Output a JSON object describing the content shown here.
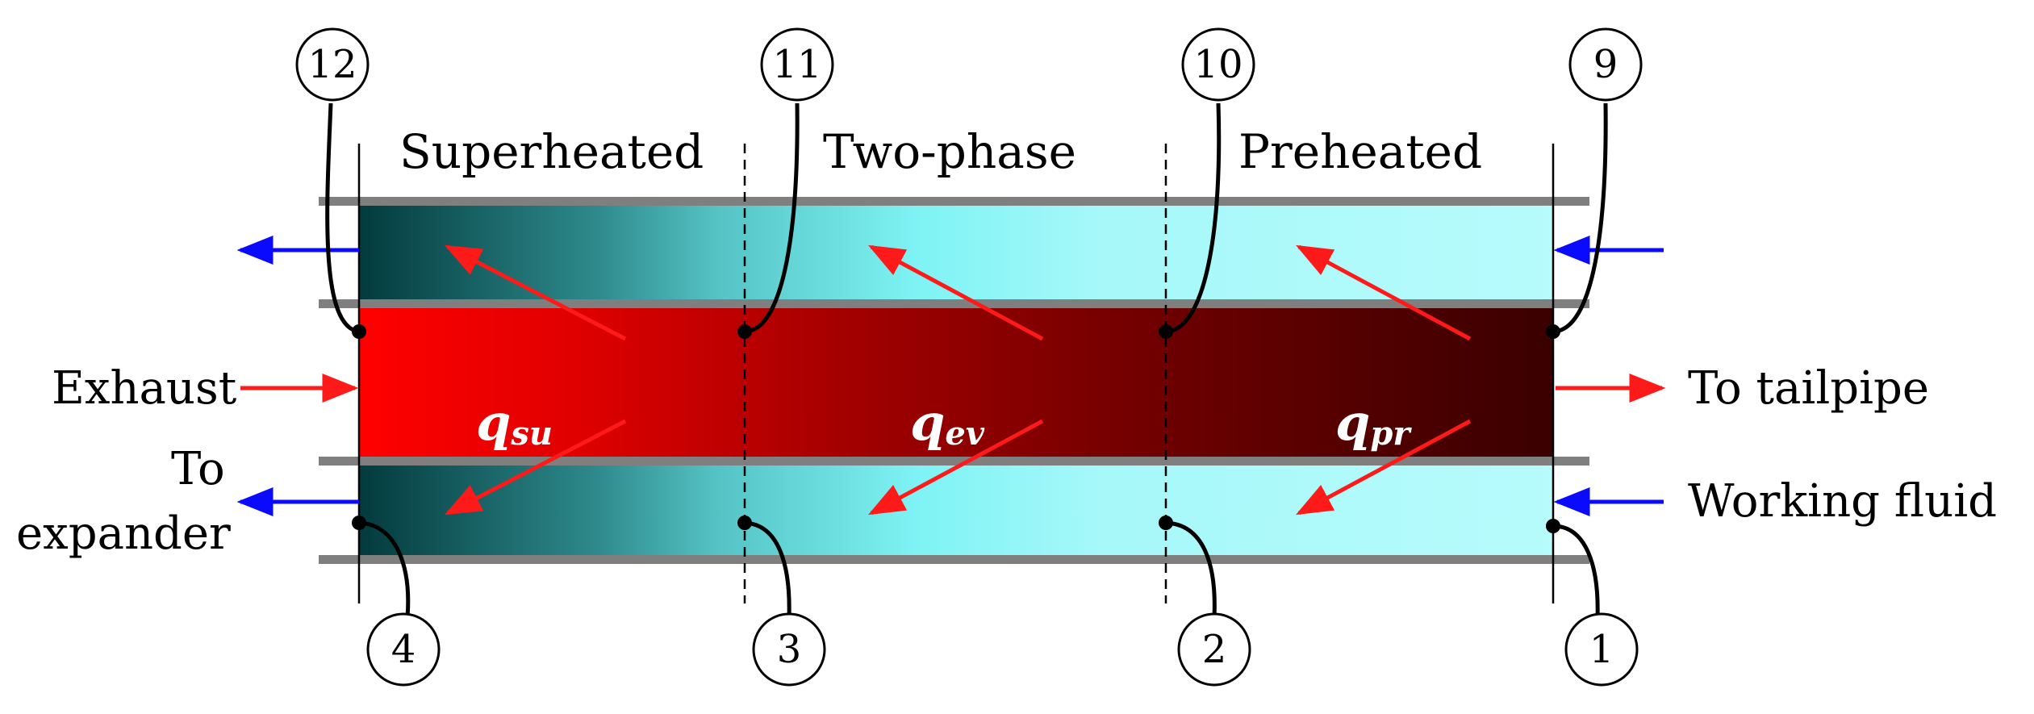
{
  "zones": [
    {
      "label": "Superheated"
    },
    {
      "label": "Two-phase"
    },
    {
      "label": "Preheated"
    }
  ],
  "heat_flux": [
    {
      "symbol": "q",
      "subscript": "su"
    },
    {
      "symbol": "q",
      "subscript": "ev"
    },
    {
      "symbol": "q",
      "subscript": "pr"
    }
  ],
  "streams": {
    "exhaust_in": "Exhaust",
    "exhaust_out": "To tailpipe",
    "fluid_in": "Working fluid",
    "fluid_out_line1": "To",
    "fluid_out_line2": "expander"
  },
  "state_points": {
    "top": [
      "12",
      "11",
      "10",
      "9"
    ],
    "bottom": [
      "4",
      "3",
      "2",
      "1"
    ]
  },
  "colors": {
    "exhaust_hot": "#ff0000",
    "exhaust_cold": "#3a0000",
    "fluid_hot": "#033a3d",
    "fluid_mid": "#7ff3f5",
    "fluid_cold": "#b7fbfc",
    "wall": "#7f7f7f",
    "heat_arrow": "#ff1a1a",
    "fluid_arrow": "#0a0aff"
  }
}
